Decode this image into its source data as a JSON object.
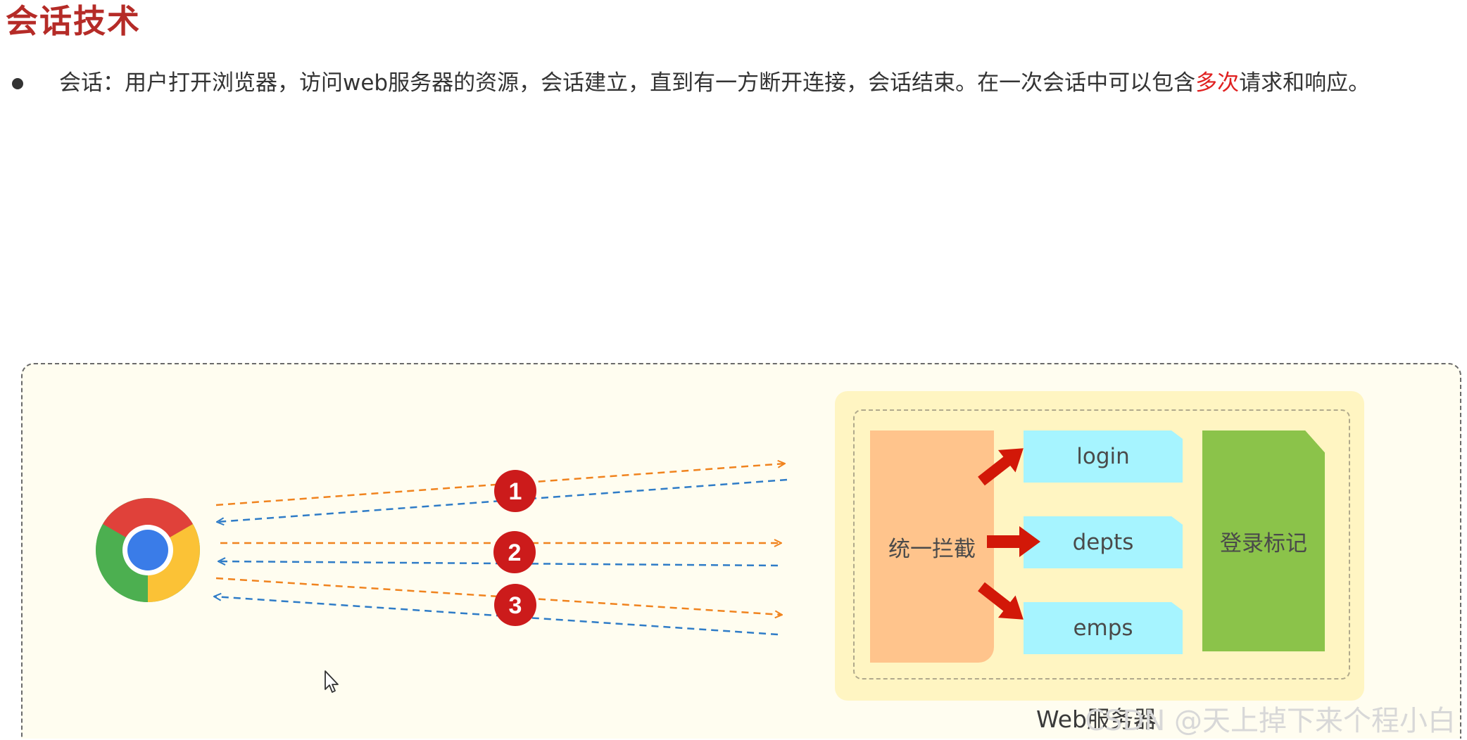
{
  "heading": "会话技术",
  "bullet": {
    "before": "会话：用户打开浏览器，访问web服务器的资源，会话建立，直到有一方断开连接，会话结束。在一次会话中可以包含",
    "emphasis": "多次",
    "after": "请求和响应。"
  },
  "diagram": {
    "steps": [
      "1",
      "2",
      "3"
    ],
    "intercept_label": "统一拦截",
    "resources": [
      "login",
      "depts",
      "emps"
    ],
    "mark_label": "登录标记",
    "server_label": "Web服务器",
    "watermark": "CSDN @天上掉下来个程小白"
  },
  "colors": {
    "heading": "#b52b27",
    "emphasis": "#e02020",
    "request_line": "#f0831e",
    "response_line": "#2f7cc7",
    "step_circle": "#cc1b1b",
    "intercept": "#ffc48c",
    "resource": "#a6f4ff",
    "mark": "#8bc34a",
    "server_bg": "#fff5c2",
    "arrow": "#d21808"
  },
  "icons": {
    "browser": "chrome-logo-icon",
    "cursor": "mouse-pointer-icon"
  }
}
